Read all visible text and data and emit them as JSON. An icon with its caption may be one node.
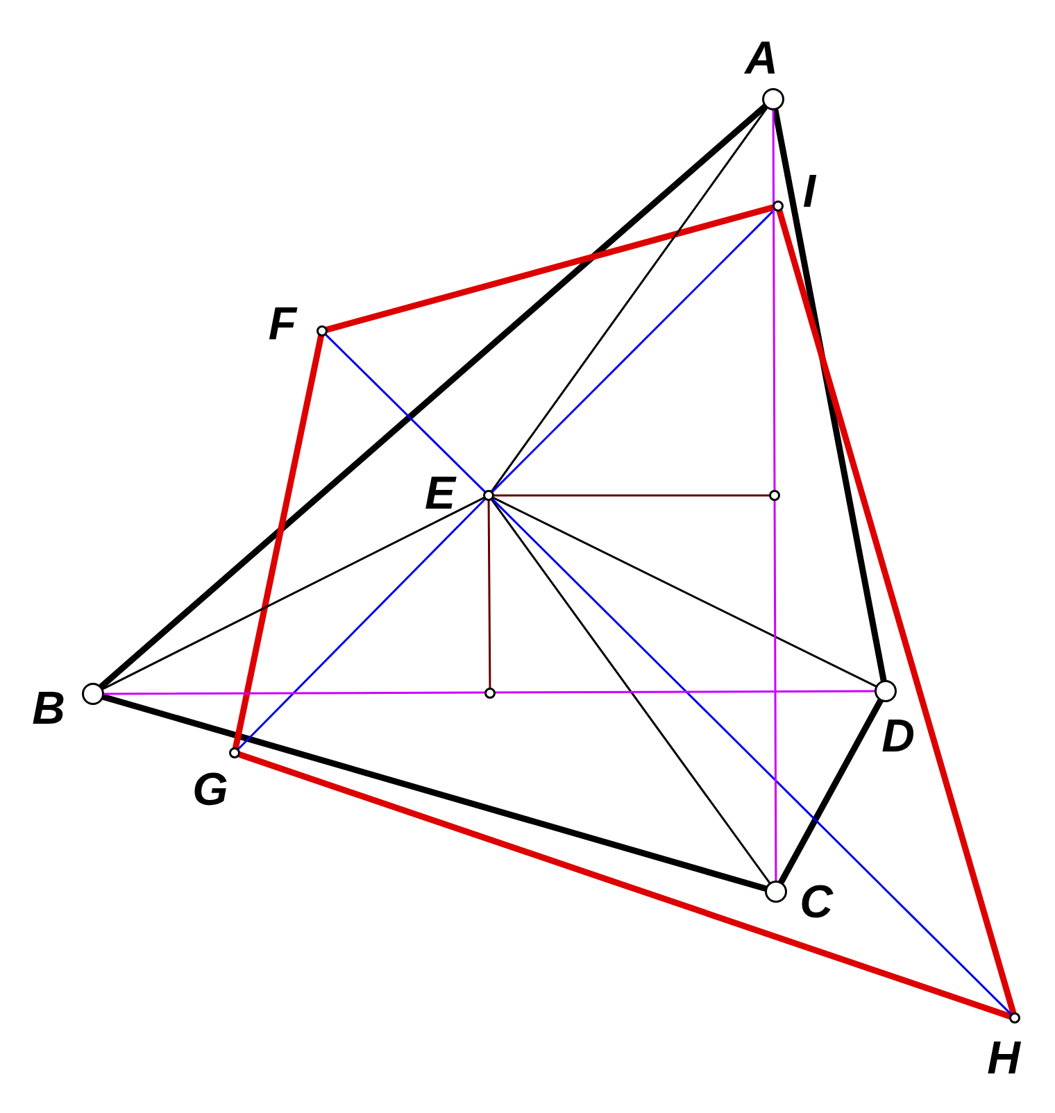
{
  "diagram": {
    "nodes": [
      {
        "text": [
          "A"
        ]
      },
      {
        "text": [
          "I"
        ]
      },
      {
        "text": [
          "F"
        ]
      },
      {
        "text": [
          "E"
        ]
      },
      {
        "text": [],
        "shape": "circle"
      },
      {
        "text": [
          "B"
        ]
      },
      {
        "text": [],
        "shape": "circle"
      },
      {
        "text": [
          "D"
        ]
      },
      {
        "text": [
          "G"
        ]
      },
      {
        "text": [
          "C"
        ]
      },
      {
        "text": [
          "H"
        ]
      }
    ],
    "edges": [
      {
        "from": 0,
        "to": 5,
        "arrow": "none",
        "style": "thick"
      },
      {
        "from": 0,
        "to": 7,
        "arrow": "none",
        "style": "thick"
      },
      {
        "from": 5,
        "to": 9,
        "arrow": "none",
        "style": "thick"
      },
      {
        "from": 7,
        "to": 9,
        "arrow": "none",
        "style": "thick"
      },
      {
        "from": 2,
        "to": 1,
        "arrow": "none",
        "style": "thick",
        "color": "#dd0000"
      },
      {
        "from": 2,
        "to": 8,
        "arrow": "none",
        "style": "thick",
        "color": "#dd0000"
      },
      {
        "from": 8,
        "to": 10,
        "arrow": "none",
        "style": "thick",
        "color": "#dd0000"
      },
      {
        "from": 1,
        "to": 10,
        "arrow": "none",
        "style": "thick",
        "color": "#dd0000"
      },
      {
        "from": 3,
        "to": 0,
        "arrow": "none"
      },
      {
        "from": 3,
        "to": 5,
        "arrow": "none"
      },
      {
        "from": 3,
        "to": 9,
        "arrow": "none"
      },
      {
        "from": 3,
        "to": 7,
        "arrow": "none"
      },
      {
        "from": 2,
        "to": 3,
        "arrow": "none",
        "color": "#0000ee"
      },
      {
        "from": 3,
        "to": 10,
        "arrow": "none",
        "color": "#0000ee"
      },
      {
        "from": 1,
        "to": 3,
        "arrow": "none",
        "color": "#0000ee"
      },
      {
        "from": 3,
        "to": 8,
        "arrow": "none",
        "color": "#0000ee"
      },
      {
        "from": 0,
        "to": 9,
        "arrow": "none",
        "color": "#cc00ff"
      },
      {
        "from": 5,
        "to": 7,
        "arrow": "none",
        "color": "#cc00ff"
      },
      {
        "from": 3,
        "to": 4,
        "arrow": "none",
        "color": "#660000"
      },
      {
        "from": 3,
        "to": 6,
        "arrow": "none",
        "color": "#660000"
      }
    ]
  }
}
